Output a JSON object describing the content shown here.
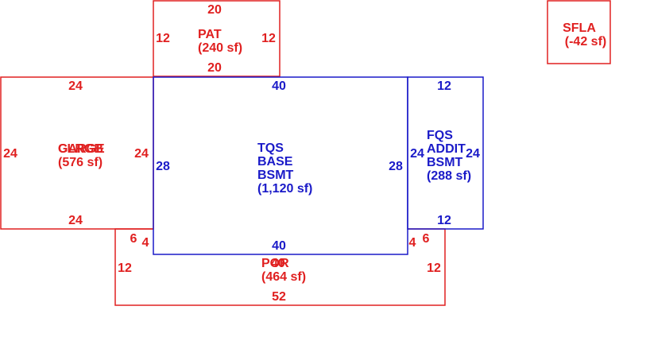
{
  "colors": {
    "red": "#e02020",
    "blue": "#1a1ac8"
  },
  "areas": {
    "pat": {
      "lines": [
        "PAT",
        "(240 sf)"
      ]
    },
    "sfla": {
      "lines": [
        "SFLA",
        "(-42 sf)"
      ]
    },
    "garage": {
      "lines": [
        "GARGE",
        "(576 sf)"
      ],
      "overlap": "CLRGB"
    },
    "base": {
      "lines": [
        "TQS",
        "BASE",
        "BSMT",
        "(1,120 sf)"
      ]
    },
    "addit": {
      "lines": [
        "FQS",
        "ADDIT",
        "BSMT",
        "(288 sf)"
      ]
    },
    "por": {
      "lines": [
        "POR",
        "(464 sf)"
      ],
      "overlap": "40"
    }
  },
  "dimensions": {
    "pat_top": "20",
    "pat_bottom": "20",
    "pat_left": "12",
    "pat_right": "12",
    "garage_top": "24",
    "garage_bottom": "24",
    "garage_left": "24",
    "garage_right": "24",
    "base_top": "40",
    "base_bottom": "40",
    "base_left": "28",
    "base_right": "28",
    "addit_top": "12",
    "addit_bottom": "12",
    "addit_left": "24",
    "addit_right": "24",
    "por_left_step": "6",
    "por_left_step_v": "4",
    "por_right_step": "6",
    "por_right_step_v": "4",
    "por_left": "12",
    "por_right": "12",
    "por_bottom": "52"
  }
}
